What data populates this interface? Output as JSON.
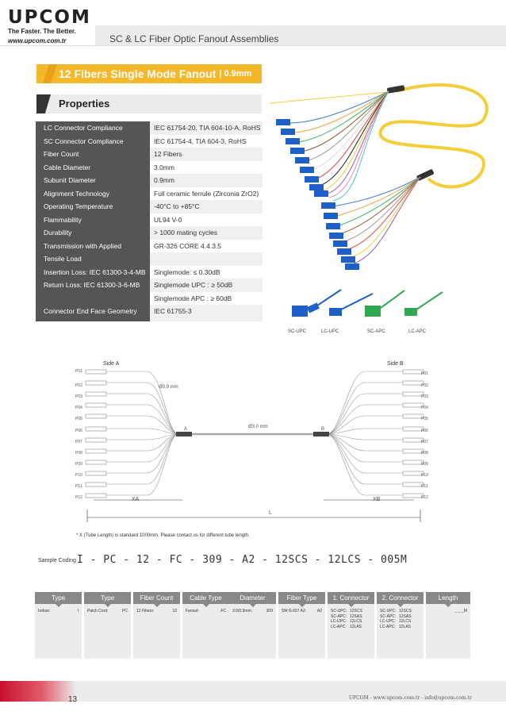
{
  "header": {
    "logo": "UPCOM",
    "slogan": "The Faster. The Better.",
    "website": "www.upcom.com.tr",
    "title": "SC & LC Fiber Optic Fanout Assemblies"
  },
  "banner": {
    "title": "12 Fibers Single Mode Fanout",
    "subtitle": "| 0.9mm"
  },
  "properties": {
    "heading": "Properties",
    "rows": [
      {
        "k": "LC Connector Compliance",
        "v": "IEC 61754-20, TIA 604-10-A, RoHS"
      },
      {
        "k": "SC Connector Compliance",
        "v": "IEC 61754-4, TIA 604-3, RoHS"
      },
      {
        "k": "Fiber Count",
        "v": "12 Fibers"
      },
      {
        "k": "Cable Diameter",
        "v": "3.0mm"
      },
      {
        "k": "Subunit Diameter",
        "v": "0.9mm"
      },
      {
        "k": "Alignment Technology",
        "v": "Full ceramic ferrule (Zirconia ZrO2)"
      },
      {
        "k": "Operating Temperature",
        "v": "-40°C to +85°C"
      },
      {
        "k": "Flammability",
        "v": "UL94 V-0"
      },
      {
        "k": "Durability",
        "v": "> 1000 mating cycles"
      },
      {
        "k": "Transmission with Applied",
        "v": "GR-326 CORE 4.4.3.5"
      },
      {
        "k": "Tensile Load",
        "v": ""
      },
      {
        "k": "Insertion Loss: IEC 61300-3-4-MB",
        "v": "Singlemode: ≤ 0.30dB"
      },
      {
        "k": "Return Loss: IEC 61300-3-6-MB",
        "v": "Singlemode UPC : ≥ 50dB"
      },
      {
        "k": "",
        "v": "Singlemode APC : ≥ 60dB"
      },
      {
        "k": "Connector End Face Geometry",
        "v": "IEC 61755-3"
      }
    ]
  },
  "connectors": {
    "labels": [
      "SC-UPC",
      "LC-UPC",
      "SC-APC",
      "LC-APC"
    ],
    "colors": {
      "upc": "#1f5fc8",
      "apc": "#2fa84f",
      "cable": "#f2cf3a"
    }
  },
  "schematic": {
    "side_a": "Side A",
    "side_b": "Side B",
    "fiber_label": "Ø0.9 mm",
    "cable_label": "Ø3.0 mm",
    "point_a": "A",
    "point_b": "B",
    "xa": "XA",
    "xb": "XB",
    "length": "L",
    "ports": [
      "P01",
      "P02",
      "P03",
      "P04",
      "P05",
      "P06",
      "P07",
      "P08",
      "P09",
      "P10",
      "P11",
      "P12"
    ]
  },
  "note": "* X (Tube Length) is standard 1000mm. Please contact us for different tube length.",
  "sample": {
    "label": "Sample Coding",
    "code": "I - PC - 12 - FC - 309 - A2 - 12SCS - 12LCS - 005M"
  },
  "coding": [
    {
      "head": "Type",
      "rows": [
        [
          "Indoor:",
          "I"
        ]
      ]
    },
    {
      "head": "Type",
      "rows": [
        [
          "Patch Cord:",
          "PC"
        ]
      ]
    },
    {
      "head": "Fiber Count",
      "rows": [
        [
          "12 Fibers:",
          "12"
        ]
      ]
    },
    {
      "head": "Cable Type",
      "rows": [
        [
          "Fanout:",
          "FC"
        ]
      ]
    },
    {
      "head": "Diameter",
      "rows": [
        [
          "3.0/0.9mm:",
          "309"
        ]
      ]
    },
    {
      "head": "Fiber Type",
      "rows": [
        [
          "SM G.657 A2:",
          "A2"
        ]
      ]
    },
    {
      "head": "1. Connector",
      "rows": [
        [
          "SC-UPC:",
          "12SCS"
        ],
        [
          "SC-APC:",
          "12SAS"
        ],
        [
          "LC-UPC:",
          "12LCS"
        ],
        [
          "LC-APC:",
          "12LAS"
        ]
      ]
    },
    {
      "head": "2. Connector",
      "rows": [
        [
          "SC-UPC:",
          "12SCS"
        ],
        [
          "SC-APC:",
          "12SAS"
        ],
        [
          "LC-UPC:",
          "12LCS"
        ],
        [
          "LC-APC:",
          "12LAS"
        ]
      ]
    },
    {
      "head": "Length",
      "rows": [
        [
          "",
          "_ _ _M"
        ]
      ]
    }
  ],
  "footer": {
    "page": "13",
    "text": "UPCOM - www.upcom.com.tr - info@upcom.com.tr"
  }
}
